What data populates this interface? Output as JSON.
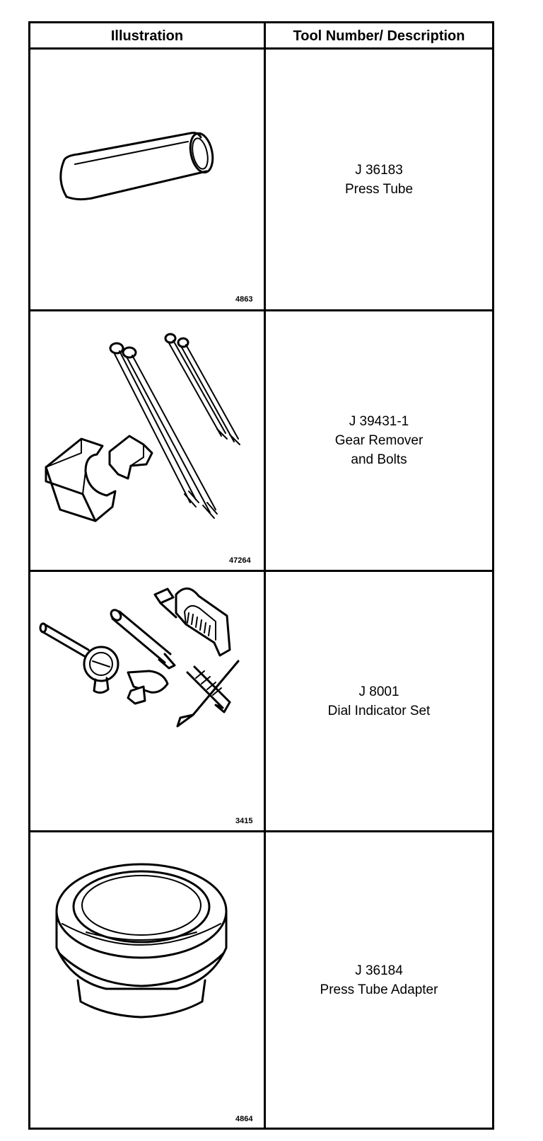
{
  "table": {
    "headers": {
      "illustration": "Illustration",
      "description": "Tool Number/ Description"
    },
    "rows": [
      {
        "figure": "4863",
        "icon": "press-tube-icon",
        "tool_number": "J 36183",
        "description_lines": [
          "Press Tube"
        ]
      },
      {
        "figure": "47264",
        "icon": "gear-remover-icon",
        "tool_number": "J 39431-1",
        "description_lines": [
          "Gear Remover",
          "and Bolts"
        ]
      },
      {
        "figure": "3415",
        "icon": "dial-indicator-set-icon",
        "tool_number": "J 8001",
        "description_lines": [
          "Dial Indicator Set"
        ]
      },
      {
        "figure": "4864",
        "icon": "press-tube-adapter-icon",
        "tool_number": "J 36184",
        "description_lines": [
          "Press Tube Adapter"
        ]
      }
    ]
  }
}
